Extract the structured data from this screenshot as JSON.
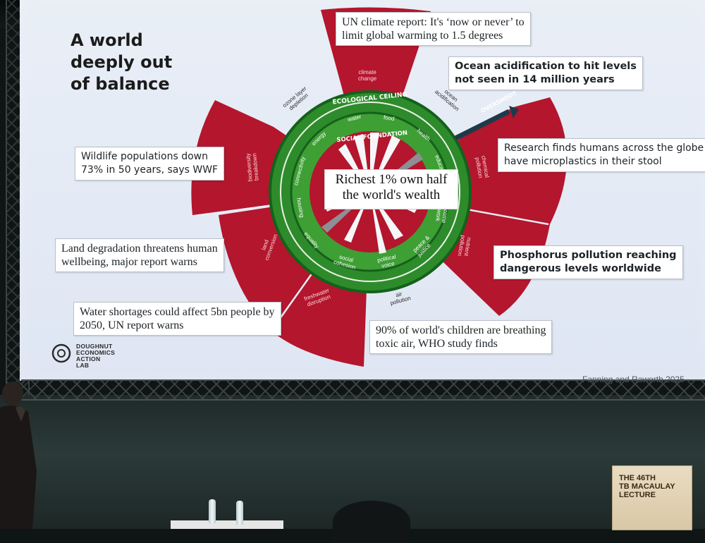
{
  "slide": {
    "title": "A world\ndeeply out\nof balance",
    "center_text": [
      "Richest 1% own half",
      "the world's wealth"
    ],
    "ring_labels": {
      "ecological_ceiling": "ECOLOGICAL CEILING",
      "social_foundation": "SOCIAL FOUNDATION",
      "overshoot": "OVERSHOOT"
    },
    "ceiling_labels": [
      {
        "text": "climate\nchange"
      },
      {
        "text": "ocean\nacidification"
      },
      {
        "text": "chemical\npollution"
      },
      {
        "text": "nutrient\npollution"
      },
      {
        "text": "freshwater\ndisruption"
      },
      {
        "text": "land\nconversion"
      },
      {
        "text": "biodiversity\nbreakdown"
      },
      {
        "text": "ozone layer\ndepletion"
      },
      {
        "text": "air\npollution"
      }
    ],
    "foundation_labels": [
      "water",
      "food",
      "health",
      "education",
      "income\n& work",
      "peace &\njustice",
      "political\nvoice",
      "social\ncohesion",
      "equality",
      "housing",
      "connectivity",
      "energy"
    ],
    "headlines": [
      {
        "lines": [
          "UN climate report: It's ‘now or never’ to",
          "limit global warming to 1.5 degrees"
        ]
      },
      {
        "lines": [
          "Ocean acidification to hit levels",
          "not seen in 14 million years"
        ]
      },
      {
        "lines": [
          "Research finds humans across the globe",
          "have microplastics in their stool"
        ]
      },
      {
        "lines": [
          "Phosphorus pollution reaching",
          "dangerous levels worldwide"
        ]
      },
      {
        "lines": [
          "90% of world's children are breathing",
          "toxic air, WHO study finds"
        ]
      },
      {
        "lines": [
          "Water shortages could affect 5bn people by",
          "2050, UN report warns"
        ]
      },
      {
        "lines": [
          "Land degradation threatens human",
          "wellbeing, major report warns"
        ]
      },
      {
        "lines": [
          "Wildlife populations down",
          "73% in 50 years, says WWF"
        ]
      }
    ],
    "logo_text": "DOUGHNUT\nECONOMICS\nACTION\nLAB",
    "credit": "Fanning and Raworth 2025"
  },
  "lectern": {
    "text": "THE 46TH\nTB MACAULAY\nLECTURE"
  },
  "colors": {
    "overshoot_red": "#b3162d",
    "ring_green": "#2e8b2b",
    "ring_dark": "#14611b",
    "slide_bg": "#e7edf6"
  }
}
